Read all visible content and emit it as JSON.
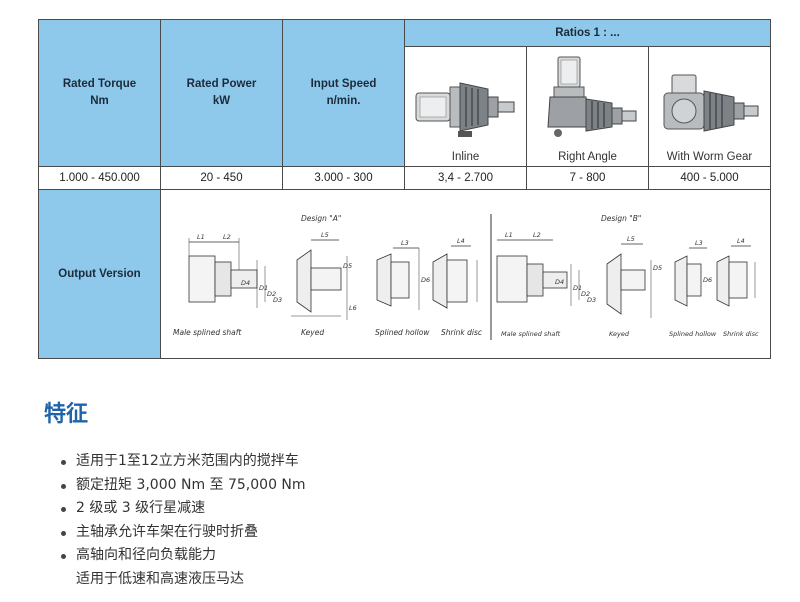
{
  "table": {
    "headers": {
      "torque": [
        "Rated Torque",
        "Nm"
      ],
      "power": [
        "Rated Power",
        "kW"
      ],
      "speed": [
        "Input Speed",
        "n/min."
      ],
      "ratios": "Ratios 1 : ..."
    },
    "types": [
      {
        "label": "Inline",
        "icon": "inline-gearbox-icon"
      },
      {
        "label": "Right Angle",
        "icon": "right-angle-gearbox-icon"
      },
      {
        "label": "With Worm Gear",
        "icon": "worm-gear-gearbox-icon"
      }
    ],
    "values": {
      "torque": "1.000 - 450.000",
      "power": "20 - 450",
      "speed": "3.000 - 300",
      "ratio_inline": "3,4 - 2.700",
      "ratio_right_angle": "7 - 800",
      "ratio_worm": "400 - 5.000"
    },
    "output_version": "Output Version",
    "design_a": "Design \"A\"",
    "design_b": "Design \"B\"",
    "design_a_captions": [
      "Male splined shaft",
      "Keyed",
      "Splined hollow",
      "Shrink disc"
    ],
    "design_b_captions": [
      "Male splined shaft",
      "Keyed",
      "Splined hollow",
      "Shrink disc"
    ],
    "dim_labels_a": [
      "L1",
      "L2",
      "L5",
      "L3",
      "L4",
      "D4",
      "D1",
      "D2",
      "D3",
      "D5",
      "D6",
      "L6"
    ],
    "dim_labels_b": [
      "L1",
      "L2",
      "L5",
      "L3",
      "L4",
      "D4",
      "D1",
      "D2",
      "D3",
      "D5",
      "D6"
    ]
  },
  "features": {
    "title": "特征",
    "items": [
      "适用于1至12立方米范围内的搅拌车",
      "额定扭矩 3,000 Nm 至 75,000 Nm",
      "2 级或 3 级行星减速",
      "主轴承允许车架在行驶时折叠",
      "高轴向和径向负载能力"
    ],
    "continuation": "适用于低速和高速液压马达"
  },
  "colors": {
    "header_blue": "#8ec9ec",
    "title_blue": "#1f63a8"
  }
}
